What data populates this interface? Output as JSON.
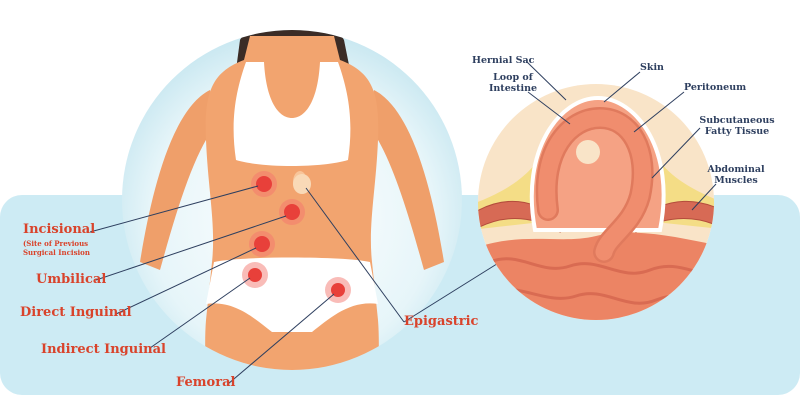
{
  "colors": {
    "label_red": "#d9432b",
    "label_navy": "#2e3f5f",
    "skin": "#f2a46f",
    "underwear": "#ffffff",
    "marker": "#e8403a",
    "intestine": "#ec8464",
    "muscle": "#d76a55",
    "fat": "#f4dd86",
    "background_blue": "#cdebf4"
  },
  "hernia_locations": {
    "incisional": {
      "label": "Incisional",
      "note_line1": "(Site of Previous",
      "note_line2": "Surgical Incision"
    },
    "umbilical": {
      "label": "Umbilical"
    },
    "direct_inguinal": {
      "label": "Direct Inguinal"
    },
    "indirect_inguinal": {
      "label": "Indirect Inguinal"
    },
    "femoral": {
      "label": "Femoral"
    },
    "epigastric": {
      "label": "Epigastric"
    }
  },
  "cross_section": {
    "hernial_sac": "Hernial Sac",
    "loop_line1": "Loop of",
    "loop_line2": "Intestine",
    "skin": "Skin",
    "peritoneum": "Peritoneum",
    "subcutaneous_line1": "Subcutaneous",
    "subcutaneous_line2": "Fatty Tissue",
    "abdominal_line1": "Abdominal",
    "abdominal_line2": "Muscles"
  }
}
